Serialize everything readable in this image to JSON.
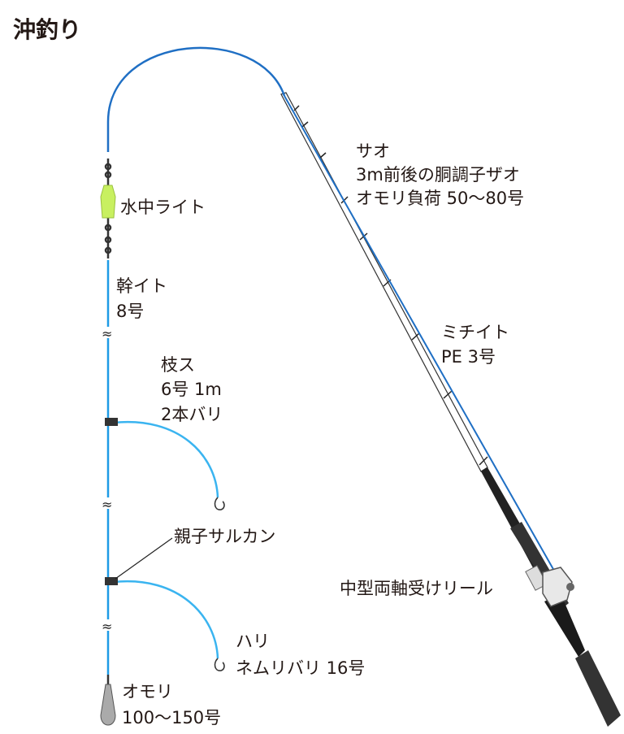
{
  "title": "沖釣り",
  "colors": {
    "upper_line": "#1f6fc4",
    "trunk_line": "#1e9be6",
    "branch_line": "#3ab4f0",
    "light": "#c8f060",
    "rod": "#2a2a2a",
    "text": "#231815"
  },
  "labels": {
    "rod": [
      "サオ",
      "3m前後の胴調子ザオ",
      "オモリ負荷 50〜80号"
    ],
    "light": "水中ライト",
    "mainline": [
      "ミチイト",
      "PE 3号"
    ],
    "trunk": [
      "幹イト",
      "8号"
    ],
    "branch": [
      "枝ス",
      "6号 1m",
      "2本バリ"
    ],
    "swivel": "親子サルカン",
    "reel": "中型両軸受けリール",
    "hook": [
      "ハリ",
      "ネムリバリ 16号"
    ],
    "sinker": [
      "オモリ",
      "100〜150号"
    ]
  },
  "icons": [
    "fishing-rod-icon",
    "reel-icon",
    "underwater-light-icon",
    "swivel-icon",
    "hook-icon",
    "sinker-icon"
  ]
}
